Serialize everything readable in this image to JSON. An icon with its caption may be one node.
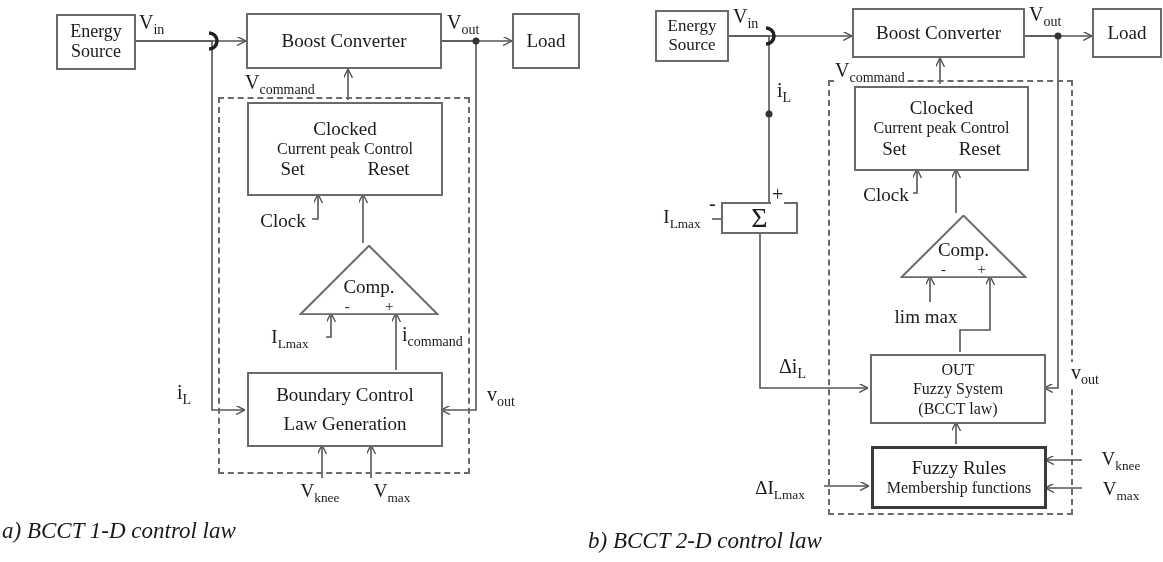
{
  "diagram": {
    "nodes": [
      {
        "text": [
          "Energy Source"
        ]
      },
      {
        "text": [
          "Boost Converter"
        ]
      },
      {
        "text": [
          "Load"
        ]
      },
      {
        "text": [],
        "shape": "box"
      },
      {
        "text": [
          "Clocked",
          "Current peak Control",
          "Set",
          "Reset"
        ],
        "in": 3
      },
      {
        "text": [
          "Comp.",
          "-",
          "+"
        ],
        "in": 3
      },
      {
        "text": [
          "Boundary Control Law Generation"
        ],
        "in": 3
      },
      {
        "text": [
          "Clock"
        ],
        "in": 3
      },
      {
        "text": [
          "I$_{Lmax}$"
        ],
        "in": 3
      },
      {
        "text": [
          "V$_{knee}$"
        ]
      },
      {
        "text": [
          "V$_{max}$"
        ]
      },
      {
        "text": [
          "Energy Source"
        ]
      },
      {
        "text": [
          "Boost Converter"
        ]
      },
      {
        "text": [
          "Load"
        ]
      },
      {
        "text": [
          "I$_{Lmax}$"
        ]
      },
      {
        "text": [
          "Σ"
        ]
      },
      {
        "text": [],
        "shape": "box"
      },
      {
        "text": [
          "Clocked",
          "Current peak Control",
          "Set",
          "Reset"
        ],
        "in": 16
      },
      {
        "text": [
          "Clock"
        ],
        "in": 16
      },
      {
        "text": [
          "Comp.",
          "-",
          "+"
        ],
        "in": 16
      },
      {
        "text": [
          "lim max"
        ],
        "in": 16
      },
      {
        "text": [
          "OUT",
          "Fuzzy System (BCCT law)"
        ],
        "in": 16
      },
      {
        "text": [
          "Fuzzy Rules",
          "Membership functions"
        ],
        "in": 16
      },
      {
        "text": [
          "ΔI$_{Lmax}$"
        ]
      },
      {
        "text": [
          "V$_{knee}$"
        ]
      },
      {
        "text": [
          "V$_{max}$"
        ]
      }
    ],
    "edges": [
      {
        "from": 0,
        "to": 1,
        "arrow": "to",
        "label": "V$_{in}$"
      },
      {
        "from": 1,
        "to": 2,
        "arrow": "to",
        "label": "V$_{out}$"
      },
      {
        "from": 4,
        "to": 1,
        "arrow": "to",
        "label": "V$_{command}$"
      },
      {
        "from": 7,
        "to": 4,
        "arrow": "to"
      },
      {
        "from": 5,
        "to": 4,
        "arrow": "to"
      },
      {
        "from": 8,
        "to": 5,
        "arrow": "to"
      },
      {
        "from": 6,
        "to": 5,
        "arrow": "to",
        "label": "i$_{command}$"
      },
      {
        "from": 0,
        "to": 6,
        "arrow": "to",
        "label": "i$_{L}$"
      },
      {
        "from": 1,
        "to": 6,
        "arrow": "to",
        "label": "v$_{out}$"
      },
      {
        "from": 9,
        "to": 6,
        "arrow": "to"
      },
      {
        "from": 10,
        "to": 6,
        "arrow": "to"
      },
      {
        "from": 11,
        "to": 12,
        "arrow": "to",
        "label": "V$_{in}$"
      },
      {
        "from": 12,
        "to": 13,
        "arrow": "to",
        "label": "V$_{out}$"
      },
      {
        "from": 11,
        "to": 15,
        "arrow": "none",
        "label": "i$_{L}$"
      },
      {
        "from": 14,
        "to": 15,
        "arrow": "none",
        "label": "-"
      },
      {
        "from": 17,
        "to": 12,
        "arrow": "to",
        "label": "V$_{command}$"
      },
      {
        "from": 18,
        "to": 17,
        "arrow": "to"
      },
      {
        "from": 19,
        "to": 17,
        "arrow": "to"
      },
      {
        "from": 20,
        "to": 19,
        "arrow": "to"
      },
      {
        "from": 21,
        "to": 19,
        "arrow": "to"
      },
      {
        "from": 15,
        "to": 21,
        "arrow": "to",
        "label": "Δi$_{L}$"
      },
      {
        "from": 12,
        "to": 21,
        "arrow": "to",
        "label": "v$_{out}$"
      },
      {
        "from": 22,
        "to": 21,
        "arrow": "to"
      },
      {
        "from": 23,
        "to": 22,
        "arrow": "to"
      },
      {
        "from": 24,
        "to": 22,
        "arrow": "to"
      },
      {
        "from": 25,
        "to": 22,
        "arrow": "to"
      }
    ],
    "labels": [
      "+",
      "a) BCCT 1-D control law",
      "b) BCCT 2-D control law"
    ]
  }
}
